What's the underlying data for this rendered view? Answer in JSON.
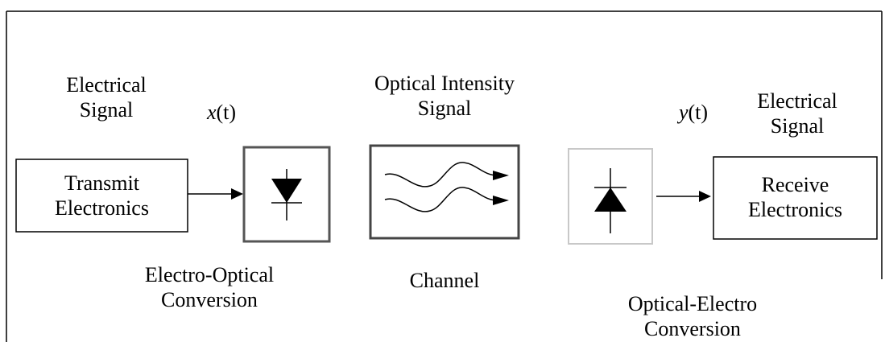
{
  "labels": {
    "electrical_signal_left": [
      "Electrical",
      "Signal"
    ],
    "x_signal_var": "x",
    "x_signal_arg": "(t)",
    "optical_intensity": [
      "Optical Intensity",
      "Signal"
    ],
    "y_signal_var": "y",
    "y_signal_arg": "(t)",
    "electrical_signal_right": [
      "Electrical",
      "Signal"
    ],
    "electro_optical": [
      "Electro-Optical",
      "Conversion"
    ],
    "channel": "Channel",
    "optical_electro": [
      "Optical-Electro",
      "Conversion"
    ]
  },
  "blocks": {
    "transmit": [
      "Transmit",
      "Electronics"
    ],
    "receive": [
      "Receive",
      "Electronics"
    ]
  },
  "colors": {
    "line": "#000000",
    "box_border_grey": "#888888",
    "light_border": "#c8c8c8"
  }
}
